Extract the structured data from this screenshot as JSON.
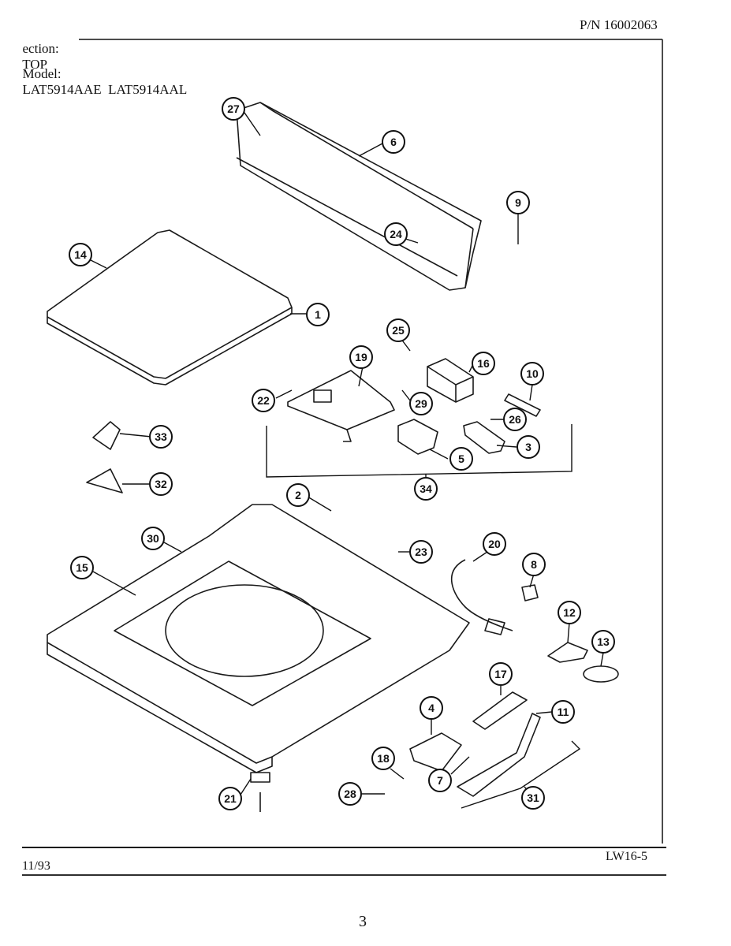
{
  "header": {
    "section_label": "ection:",
    "section_value": "TOP",
    "part_number": "P/N 16002063",
    "model_label": "Model:",
    "model_value": "LAT5914AAE  LAT5914AAL"
  },
  "footer": {
    "date": "11/93",
    "code": "LW16-5",
    "page": "3"
  },
  "callouts": [
    "1",
    "2",
    "3",
    "4",
    "5",
    "6",
    "7",
    "8",
    "9",
    "10",
    "11",
    "12",
    "13",
    "14",
    "15",
    "16",
    "17",
    "18",
    "19",
    "20",
    "21",
    "22",
    "23",
    "24",
    "25",
    "26",
    "27",
    "28",
    "29",
    "30",
    "31",
    "32",
    "33",
    "34"
  ]
}
